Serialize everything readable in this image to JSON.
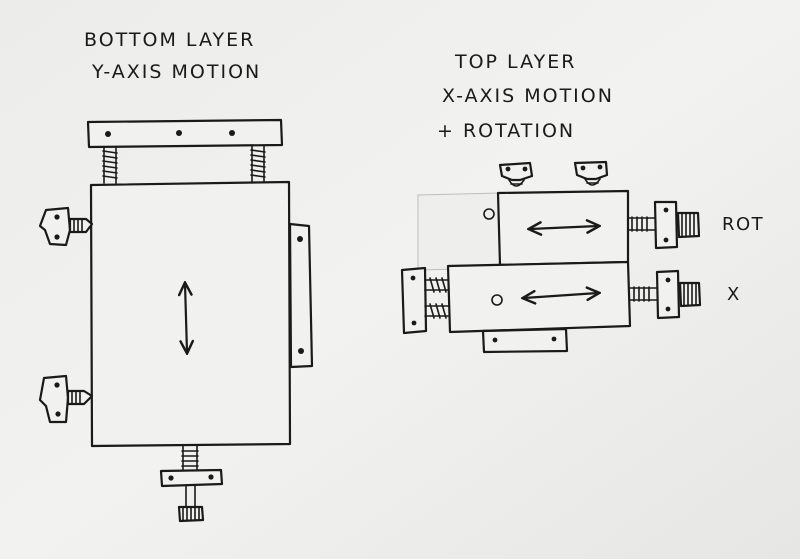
{
  "bottom_layer": {
    "title_line1": "BOTTOM LAYER",
    "title_line2": "Y-AXIS MOTION"
  },
  "top_layer": {
    "title_line1": "TOP LAYER",
    "title_line2": "X-AXIS MOTION",
    "title_line3": "+ ROTATION",
    "label_rot": "ROT",
    "label_x": "X"
  },
  "colors": {
    "ink": "#1a1a1a",
    "paper": "#f1f1ef"
  }
}
